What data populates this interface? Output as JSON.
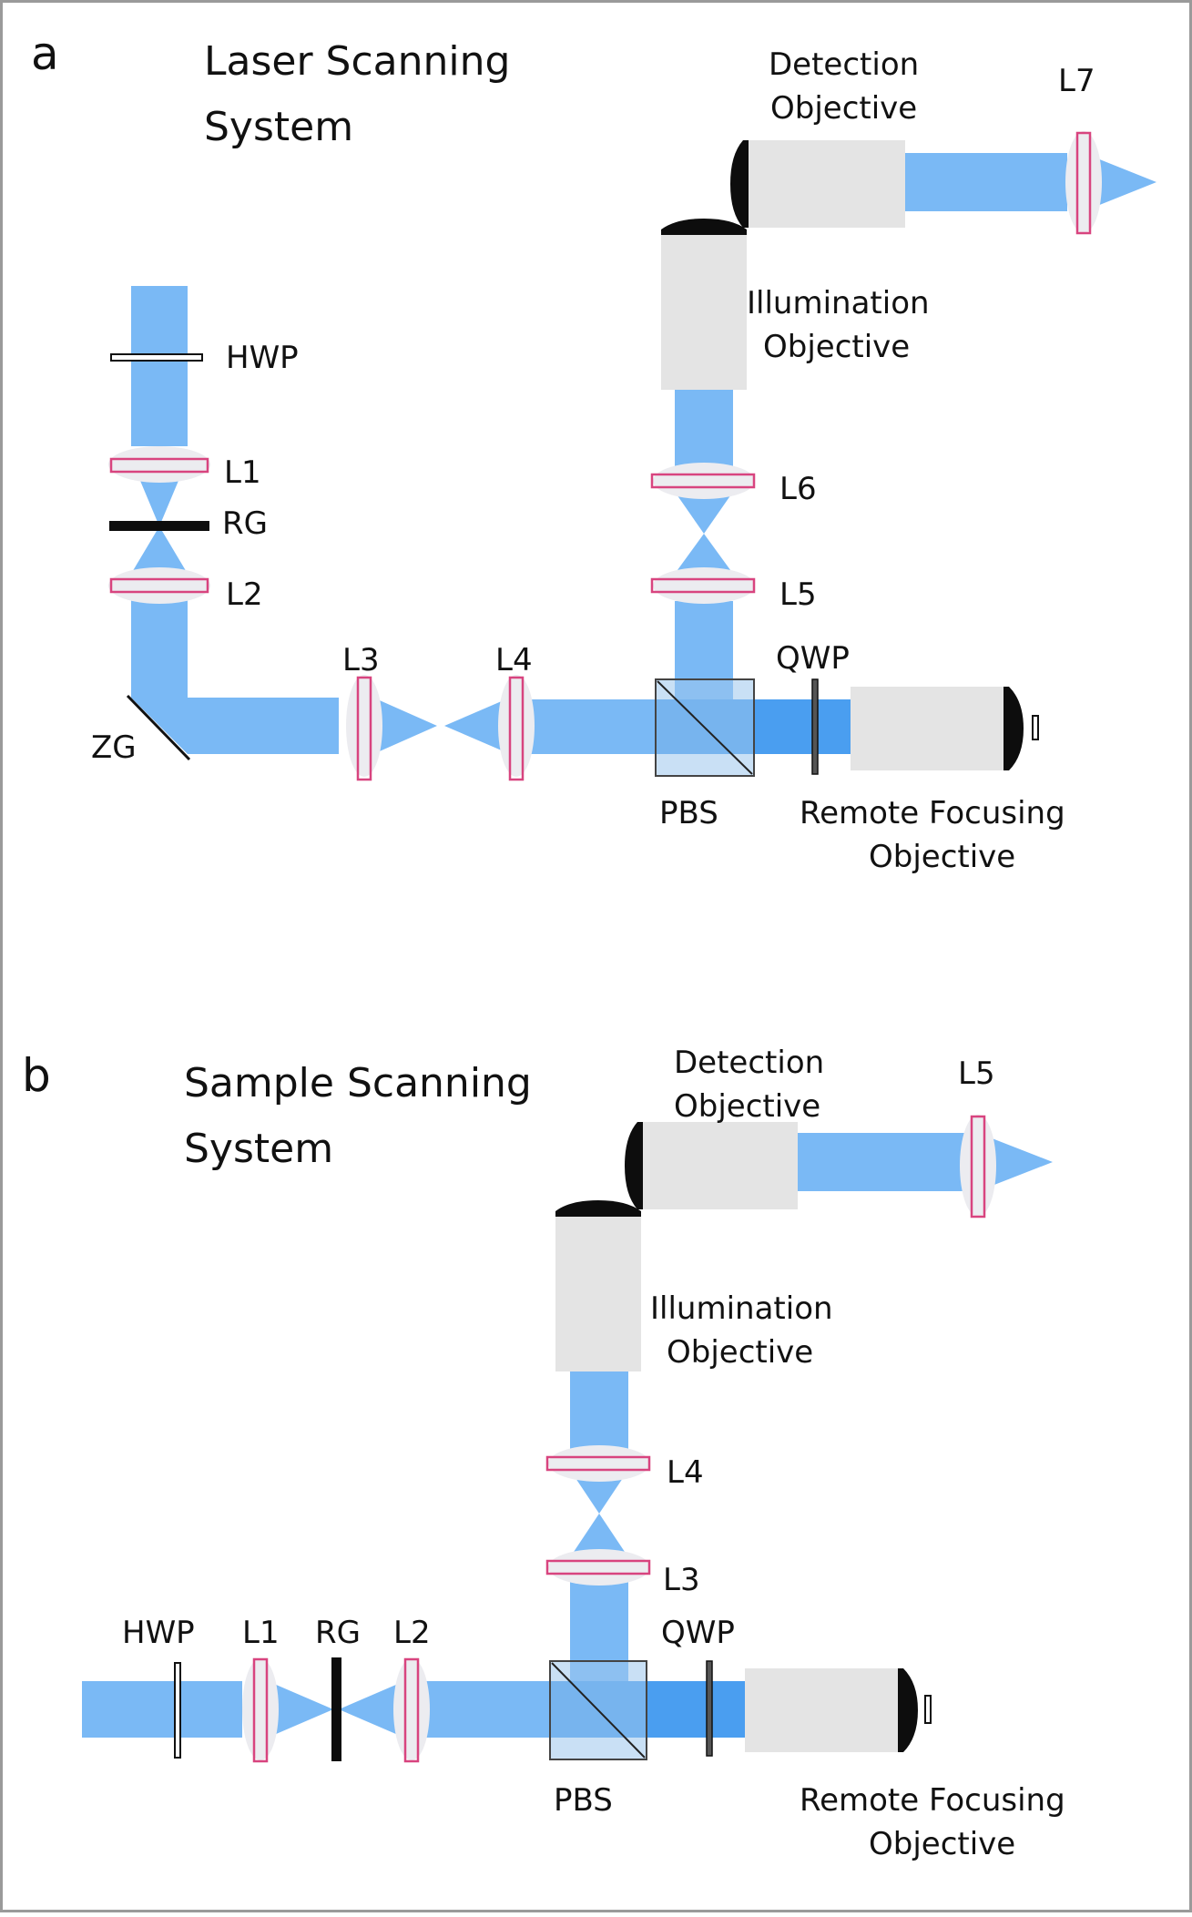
{
  "colors": {
    "beam": "#7ab9f5",
    "beam_dark": "#4a9ef0",
    "lens_fill": "#ececf0",
    "lens_edge": "#d8447f",
    "objective": "#e4e4e4",
    "tip": "#0d0d0d",
    "border": "#9a9a9a"
  },
  "panel_a": {
    "letter": "a",
    "title_line1": "Laser Scanning",
    "title_line2": "System",
    "labels": {
      "hwp": "HWP",
      "l1": "L1",
      "rg": "RG",
      "l2": "L2",
      "zg": "ZG",
      "l3": "L3",
      "l4": "L4",
      "pbs": "PBS",
      "qwp": "QWP",
      "remote_1": "Remote Focusing",
      "remote_2": "Objective",
      "l5": "L5",
      "l6": "L6",
      "illum_1": "Illumination",
      "illum_2": "Objective",
      "detect_1": "Detection",
      "detect_2": "Objective",
      "l7": "L7"
    }
  },
  "panel_b": {
    "letter": "b",
    "title_line1": "Sample Scanning",
    "title_line2": "System",
    "labels": {
      "hwp": "HWP",
      "l1": "L1",
      "rg": "RG",
      "l2": "L2",
      "pbs": "PBS",
      "qwp": "QWP",
      "remote_1": "Remote Focusing",
      "remote_2": "Objective",
      "l3": "L3",
      "l4": "L4",
      "illum_1": "Illumination",
      "illum_2": "Objective",
      "detect_1": "Detection",
      "detect_2": "Objective",
      "l5": "L5"
    }
  }
}
